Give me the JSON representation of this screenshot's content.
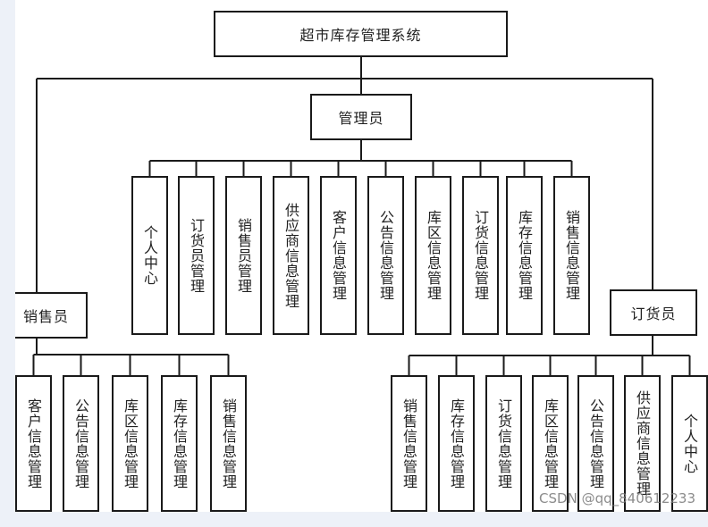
{
  "diagram": {
    "root": "超市库存管理系统",
    "roles": [
      {
        "name": "管理员",
        "modules": [
          "个人中心",
          "订货员管理",
          "销售员管理",
          "供应商信息管理",
          "客户信息管理",
          "公告信息管理",
          "库区信息管理",
          "订货信息管理",
          "库存信息管理",
          "销售信息管理"
        ]
      },
      {
        "name": "销售员",
        "modules": [
          "客户信息管理",
          "公告信息管理",
          "库区信息管理",
          "库存信息管理",
          "销售信息管理"
        ]
      },
      {
        "name": "订货员",
        "modules": [
          "销售信息管理",
          "库存信息管理",
          "订货信息管理",
          "库区信息管理",
          "公告信息管理",
          "供应商信息管理",
          "个人中心"
        ]
      }
    ]
  },
  "watermark": "CSDN @qq_840612233",
  "colors": {
    "line": "#1a1a1a",
    "background": "#edf1f8",
    "canvas": "#ffffff"
  }
}
